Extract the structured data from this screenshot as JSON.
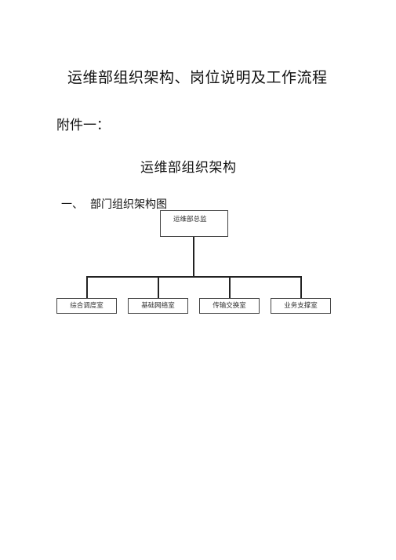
{
  "doc": {
    "title": "运维部组织架构、岗位说明及工作流程",
    "appendix": "附件一：",
    "subtitle": "运维部组织架构"
  },
  "section": {
    "number": "一、",
    "title": "部门组织架构图"
  },
  "org_chart": {
    "root": "运维部总监",
    "children": [
      "综合调度室",
      "基础网络室",
      "传输交换室",
      "业务支撑室"
    ]
  }
}
